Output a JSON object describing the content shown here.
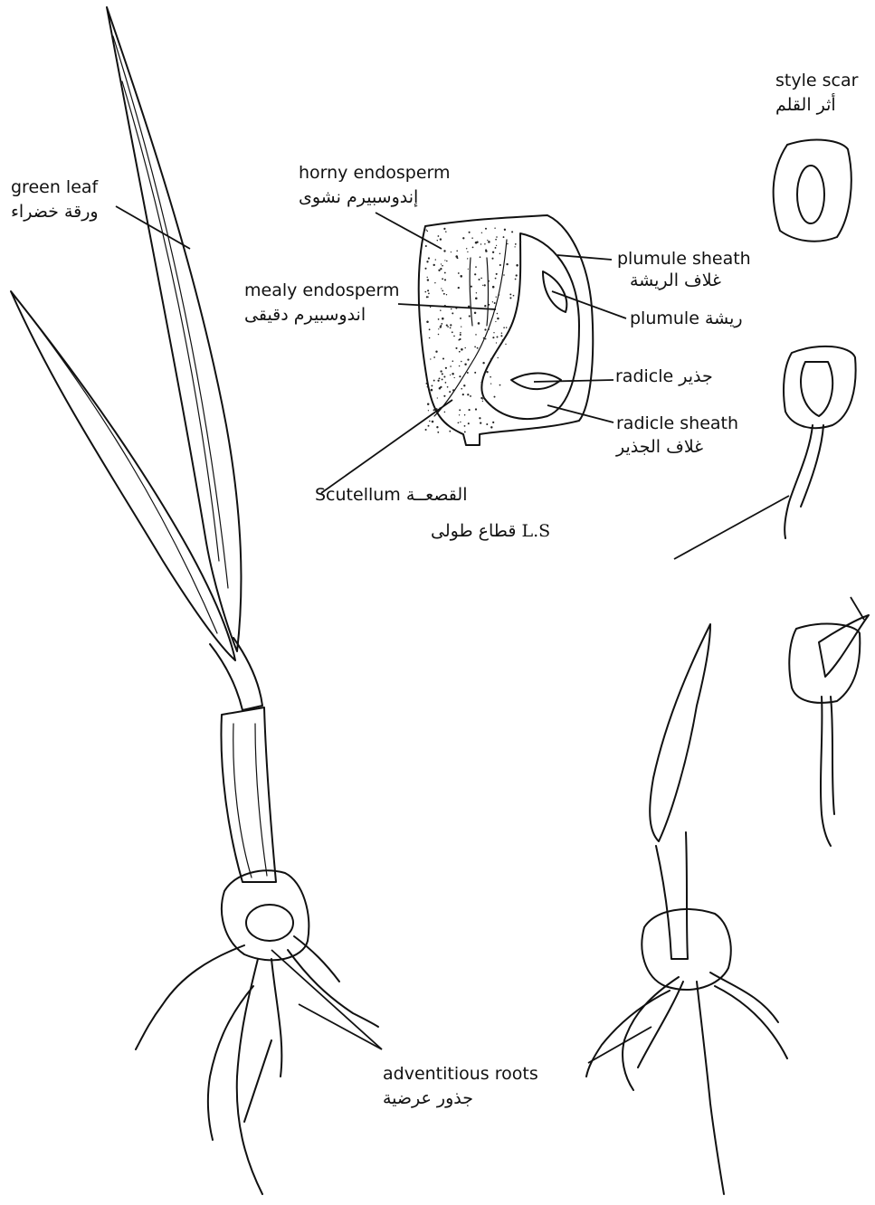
{
  "labels": {
    "green_leaf_en": "green leaf",
    "green_leaf_ar": "ورقة خضراء",
    "horny_en": "horny endosperm",
    "horny_ar": "إندوسبيرم نشوى",
    "mealy_en": "mealy endosperm",
    "mealy_ar": "اندوسبيرم دقيقى",
    "plumule_sheath_en": "plumule sheath",
    "plumule_sheath_ar": "غلاف الريشة",
    "plumule": "plumule ريشة",
    "radicle": "radicle جذير",
    "radicle_sheath_en": "radicle sheath",
    "radicle_sheath_ar": "غلاف الجذير",
    "scutellum": "Scutellum القصعــة",
    "ls_caption": "قطاع طولى L.S",
    "style_scar_en": "style scar",
    "style_scar_ar": "أثر القلم",
    "adventitious_en": "adventitious roots",
    "adventitious_ar": "جذور عرضية"
  }
}
